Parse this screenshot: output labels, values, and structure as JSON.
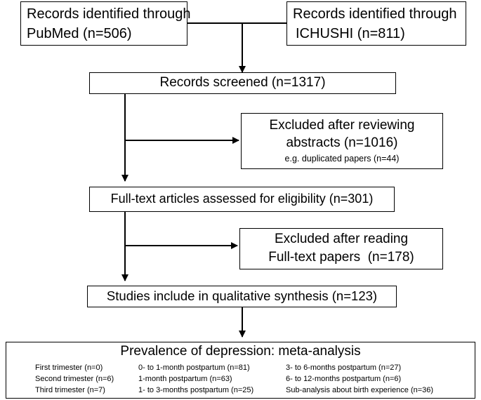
{
  "pubmed": {
    "line1": "Records identified through",
    "line2": "PubMed (n=506)"
  },
  "ichushi": {
    "line1": "Records identified through",
    "line2": "ICHUSHI (n=811)"
  },
  "screened": {
    "label": "Records screened (n=1317)"
  },
  "excluded_abstracts": {
    "line1": "Excluded after reviewing",
    "line2": "abstracts (n=1016)",
    "note": "e.g. duplicated papers (n=44)"
  },
  "fulltext": {
    "label": "Full-text articles assessed for eligibility (n=301)"
  },
  "excluded_fulltext": {
    "line1": "Excluded after reading",
    "line2": "Full-text papers  (n=178)"
  },
  "included": {
    "label": "Studies include in qualitative synthesis (n=123)"
  },
  "prevalence": {
    "title": "Prevalence of depression: meta-analysis",
    "col1": [
      "First trimester (n=0)",
      "Second trimester (n=6)",
      "Third trimester (n=7)"
    ],
    "col2": [
      "0- to 1-month postpartum (n=81)",
      "1-month postpartum (n=63)",
      "1- to 3-months postpartum (n=25)"
    ],
    "col3": [
      "3- to 6-months postpartum (n=27)",
      "6- to 12-months postpartum (n=6)",
      "Sub-analysis about birth experience (n=36)"
    ]
  }
}
